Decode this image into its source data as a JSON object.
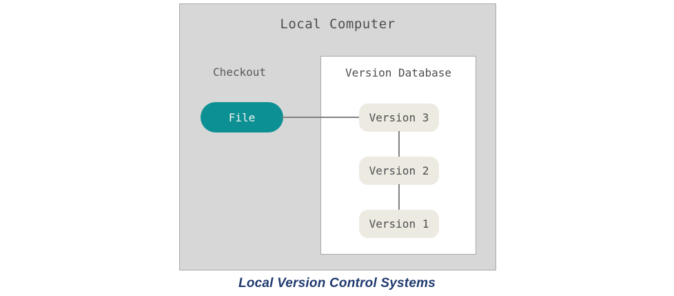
{
  "figure": {
    "caption": "Local Version Control Systems",
    "caption_color": "#1f3a6e",
    "background_color": "#ffffff"
  },
  "diagram": {
    "type": "block-diagram",
    "panel": {
      "title": "Local Computer",
      "fill_color": "#d7d7d7",
      "border_color": "#a9a9a9"
    },
    "checkout": {
      "label": "Checkout",
      "node": {
        "label": "File",
        "shape": "pill",
        "fill_color": "#0d9094",
        "text_color": "#f2f4f3"
      }
    },
    "version_database": {
      "title": "Version Database",
      "fill_color": "#ffffff",
      "border_color": "#a9a9a9",
      "nodes": [
        {
          "label": "Version 3",
          "fill_color": "#eceae1",
          "text_color": "#4d4d4d"
        },
        {
          "label": "Version 2",
          "fill_color": "#eceae1",
          "text_color": "#4d4d4d"
        },
        {
          "label": "Version 1",
          "fill_color": "#eceae1",
          "text_color": "#4d4d4d"
        }
      ]
    },
    "connectors": [
      {
        "from": "File",
        "to": "Version 3",
        "orientation": "horizontal",
        "color": "#808080"
      },
      {
        "from": "Version 3",
        "to": "Version 2",
        "orientation": "vertical",
        "color": "#808080"
      },
      {
        "from": "Version 2",
        "to": "Version 1",
        "orientation": "vertical",
        "color": "#808080"
      }
    ]
  }
}
